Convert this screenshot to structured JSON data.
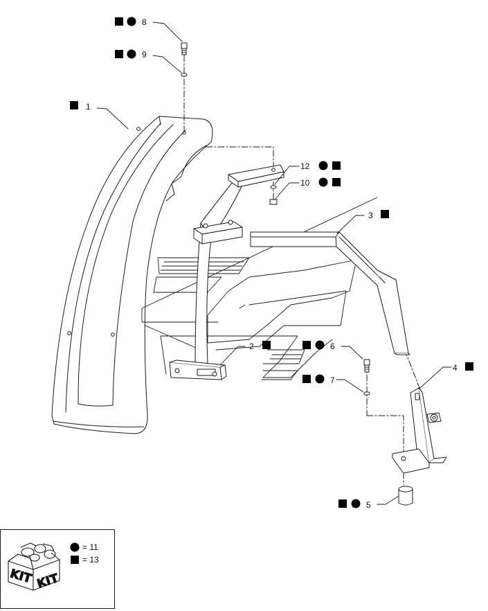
{
  "diagram": {
    "line_color": "#1a1a1a",
    "symbol_color": "#000000",
    "callouts": [
      {
        "number": "1",
        "symbols": [
          "square"
        ]
      },
      {
        "number": "2",
        "symbols": [
          "square"
        ]
      },
      {
        "number": "3",
        "symbols": [
          "square"
        ]
      },
      {
        "number": "4",
        "symbols": [
          "square"
        ]
      },
      {
        "number": "5",
        "symbols": [
          "square",
          "circle"
        ]
      },
      {
        "number": "6",
        "symbols": [
          "square",
          "circle"
        ]
      },
      {
        "number": "7",
        "symbols": [
          "square",
          "circle"
        ]
      },
      {
        "number": "8",
        "symbols": [
          "square",
          "circle"
        ]
      },
      {
        "number": "9",
        "symbols": [
          "square",
          "circle"
        ]
      },
      {
        "number": "10",
        "symbols": [
          "circle",
          "square"
        ]
      },
      {
        "number": "12",
        "symbols": [
          "circle",
          "square"
        ]
      }
    ]
  },
  "kit": {
    "box_text": [
      "KIT",
      "KIT"
    ],
    "legend": [
      {
        "symbol": "circle",
        "text": "= 11"
      },
      {
        "symbol": "square",
        "text": "= 13"
      }
    ]
  }
}
